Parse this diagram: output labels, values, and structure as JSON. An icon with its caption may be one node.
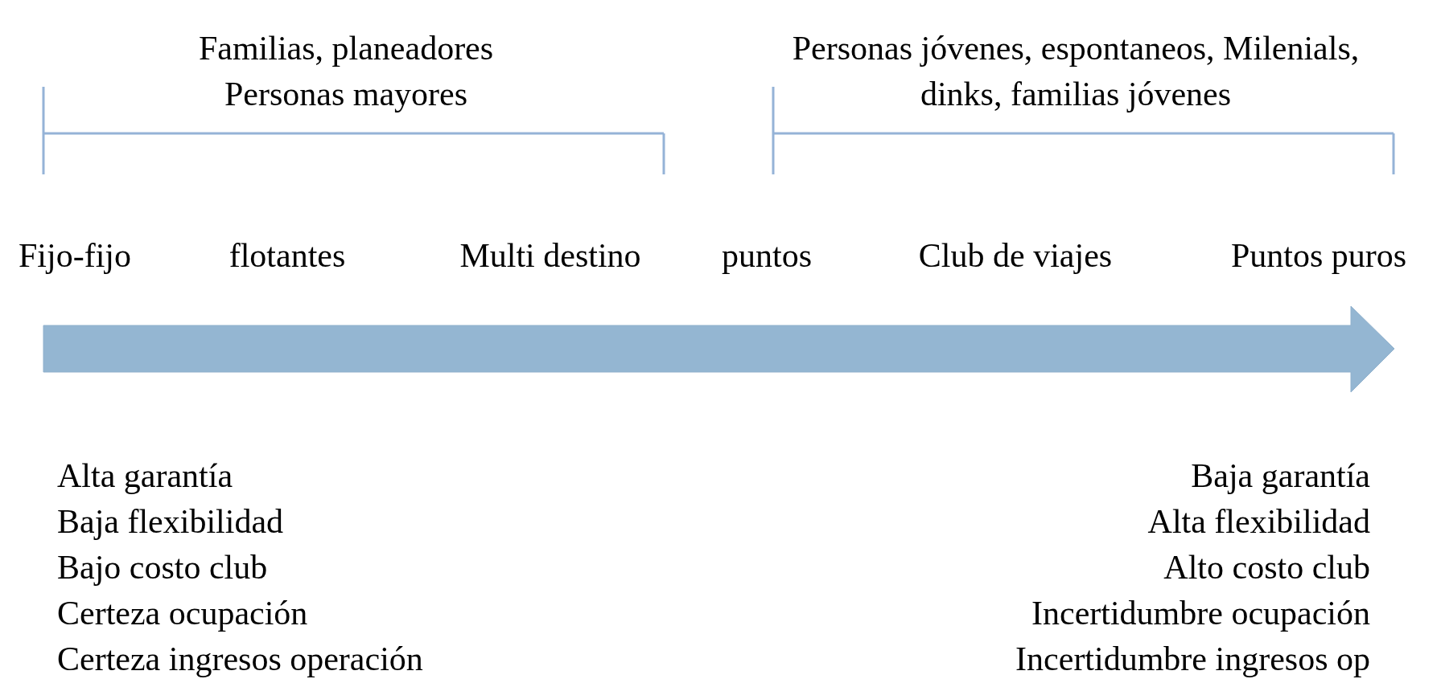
{
  "diagram": {
    "labels": [
      "Familias, planeadores Personas mayores",
      "Personas jóvenes, espontaneos, Milenials, dinks, familias jóvenes",
      "Fijo-fijo",
      "flotantes",
      "Multi destino",
      "puntos",
      "Club de viajes",
      "Puntos puros",
      "Alta garantía",
      "Baja flexibilidad",
      "Bajo costo club",
      "Certeza ocupación",
      "Certeza ingresos operación",
      "Baja garantía",
      "Alta flexibilidad",
      "Alto costo club",
      "Incertidumbre ocupación",
      "Incertidumbre ingresos op"
    ]
  }
}
